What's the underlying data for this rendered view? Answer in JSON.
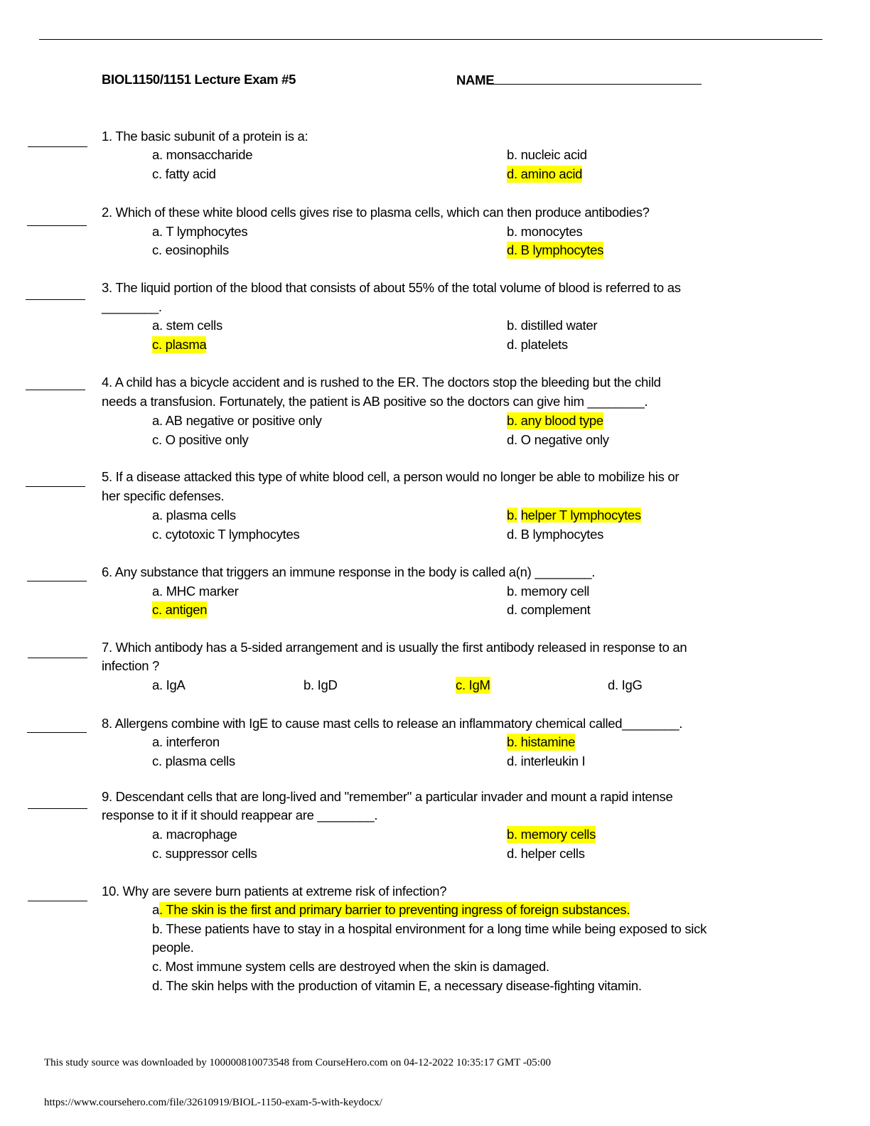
{
  "header": {
    "title": "BIOL1150/1151 Lecture Exam #5",
    "name_label": "NAME"
  },
  "questions": [
    {
      "stem": [
        "1. The basic subunit of a protein is a:"
      ],
      "a": "a. monsaccharide",
      "b": "b.  nucleic acid",
      "c": "c. fatty acid",
      "d": "d. amino acid"
    },
    {
      "stem": [
        "2. Which of these white blood cells gives rise to plasma cells, which can then produce antibodies?"
      ],
      "a": "a. T lymphocytes",
      "b": "b. monocytes",
      "c": "c. eosinophils",
      "d": "d. B lymphocytes"
    },
    {
      "stem": [
        "3. The liquid portion of the blood that consists of about 55% of the total volume of blood is referred to as",
        "________."
      ],
      "a": "a. stem cells",
      "b": "b. distilled water",
      "c": "c. plasma",
      "d": "d. platelets"
    },
    {
      "stem": [
        "4. A child has a bicycle accident and is rushed to the ER. The doctors stop the bleeding but the child",
        "needs a transfusion. Fortunately, the patient is AB positive so the doctors can give him ________."
      ],
      "a": "a. AB negative or positive only",
      "b": "b. any blood type",
      "c": "c. O positive only",
      "d": "d. O negative only"
    },
    {
      "stem": [
        "5. If a disease attacked this type of white blood cell, a person would no longer be able to mobilize his or",
        "her specific defenses."
      ],
      "a": "a. plasma cells",
      "b_prefix": "b.",
      "b": "helper T lymphocytes",
      "c": "c. cytotoxic T lymphocytes",
      "d": "d. B lymphocytes"
    },
    {
      "stem": [
        "6. Any substance that triggers an immune response in the body is called a(n) ________."
      ],
      "a": "a. MHC marker",
      "b": "b. memory cell",
      "c": "c. antigen",
      "d": "d. complement"
    },
    {
      "stem": [
        "7.  Which antibody has a 5-sided arrangement and is usually the first antibody released in response to an",
        "infection ?"
      ],
      "a": "a. IgA",
      "b": "b. IgD",
      "c": "c. IgM",
      "d": "d. IgG"
    },
    {
      "stem": [
        "8. Allergens combine with IgE to cause mast cells to release an inflammatory chemical called________."
      ],
      "a": "a. interferon",
      "b": "b. histamine",
      "c": "c. plasma cells",
      "d": "d. interleukin I"
    },
    {
      "stem": [
        "9. Descendant cells that are long-lived and \"remember\" a particular invader and mount a rapid intense",
        "response to it if it should reappear are ________."
      ],
      "a": "a. macrophage",
      "b": "b. memory cells",
      "c": "c. suppressor cells",
      "d": "d. helper cells"
    },
    {
      "stem": [
        "10. Why are severe burn patients at extreme risk of infection?"
      ],
      "a_prefix": "a",
      "a": ". The skin is the first and primary barrier to preventing ingress of foreign substances.",
      "b": [
        "b. These patients have to stay in a hospital environment for a long time while being exposed to sick",
        "people."
      ],
      "c": "c. Most immune system cells are destroyed when the skin is damaged.",
      "d": "d. The skin helps with the production of vitamin E, a necessary disease-fighting vitamin."
    }
  ],
  "footer": {
    "download_note": "This study source was downloaded by 100000810073548 from CourseHero.com on 04-12-2022 10:35:17 GMT -05:00",
    "url": "https://www.coursehero.com/file/32610919/BIOL-1150-exam-5-with-keydocx/"
  }
}
